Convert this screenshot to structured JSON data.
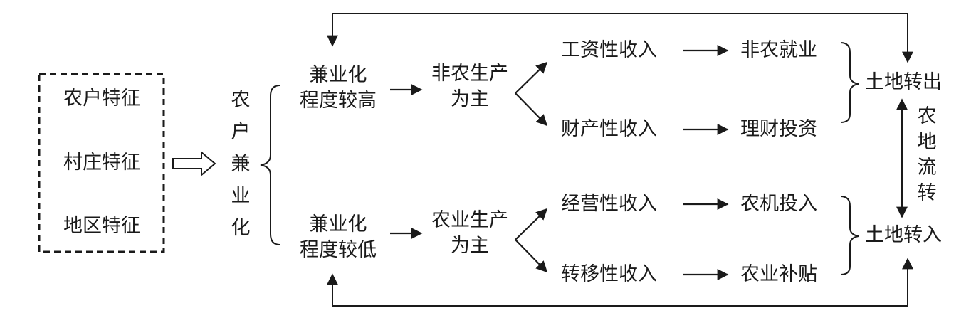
{
  "factors": {
    "items": [
      "农户特征",
      "村庄特征",
      "地区特征"
    ]
  },
  "part_time": {
    "chars": [
      "农",
      "户",
      "兼",
      "业",
      "化"
    ]
  },
  "levels": {
    "high": [
      "兼业化",
      "程度较高"
    ],
    "low": [
      "兼业化",
      "程度较低"
    ]
  },
  "production": {
    "nonfarm": [
      "非农生产",
      "为主"
    ],
    "farm": [
      "农业生产",
      "为主"
    ]
  },
  "income": {
    "wage": "工资性收入",
    "property": "财产性收入",
    "operating": "经营性收入",
    "transfer": "转移性收入"
  },
  "use": {
    "employment": "非农就业",
    "investment": "理财投资",
    "machinery": "农机投入",
    "subsidy": "农业补贴"
  },
  "outcome": {
    "transfer_out": "土地转出",
    "transfer_in": "土地转入",
    "circulation": [
      "农",
      "地",
      "流",
      "转"
    ]
  },
  "colors": {
    "ink": "#1a1a1a"
  }
}
